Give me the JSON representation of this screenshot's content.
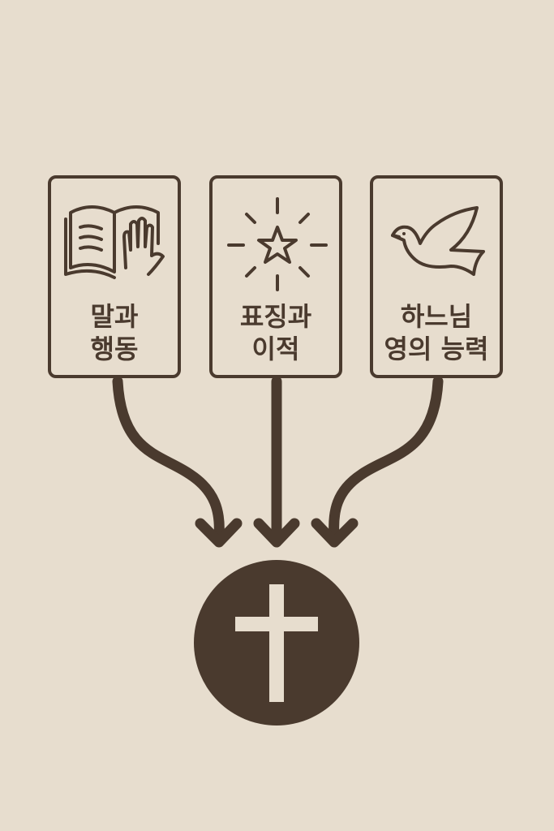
{
  "cards": [
    {
      "icon": "book-hand-icon",
      "line1": "말과",
      "line2": "행동"
    },
    {
      "icon": "shining-star-icon",
      "line1": "표징과",
      "line2": "이적"
    },
    {
      "icon": "dove-icon",
      "line1": "하느님",
      "line2": "영의 능력"
    }
  ],
  "center": {
    "icon": "cross-icon"
  },
  "colors": {
    "background": "#e7ddce",
    "ink": "#4a3a2e",
    "cross": "#e7ddce"
  }
}
